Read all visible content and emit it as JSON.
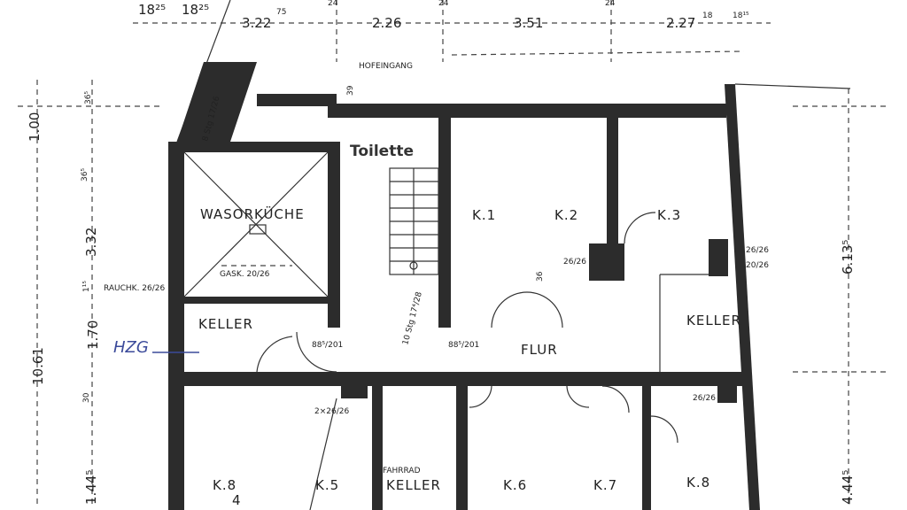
{
  "title": "Toilette",
  "top_dimensions": [
    "18²⁵",
    "18²⁵",
    "3.22",
    "75",
    "24",
    "2.26",
    "24",
    "3.51",
    "24",
    "2.27",
    "18",
    "18¹⁵"
  ],
  "left_dimensions": [
    "1.00",
    "36⁵",
    "36⁵",
    "3.32",
    "1¹⁵",
    "1.70",
    "30",
    "1.44⁵"
  ],
  "overall_left": "10.61",
  "right_dimensions": [
    "6.13⁵",
    "4.44⁵"
  ],
  "labels": {
    "hofeingang": "HOFEINGANG",
    "wasorkuche": "WASORKÜCHE",
    "gask": "GASK. 20/26",
    "rauchk": "RAUCHK. 26/26",
    "keller_left": "KELLER",
    "hzg": "HZG",
    "k1": "K.1",
    "k2": "K.2",
    "k3": "K.3",
    "keller_right": "KELLER",
    "flur": "FLUR",
    "k4": "K.8",
    "k4_note": "4",
    "k5": "K.5",
    "fahrrad": "FAHRRAD",
    "keller_bottom": "KELLER",
    "k6": "K.6",
    "k7": "K.7",
    "k8": "K.8",
    "stairs": "10 Stg 17⁴/28",
    "door1": "88⁵/201",
    "door2": "88⁵/201",
    "chimney1": "26/26",
    "chimney2": "26/26",
    "chimney3": "20/26",
    "chimney4": "26/26",
    "chimney5": "2×26/26",
    "stair_top": "8 Stg 17/26",
    "d39": "39",
    "d36": "36"
  }
}
